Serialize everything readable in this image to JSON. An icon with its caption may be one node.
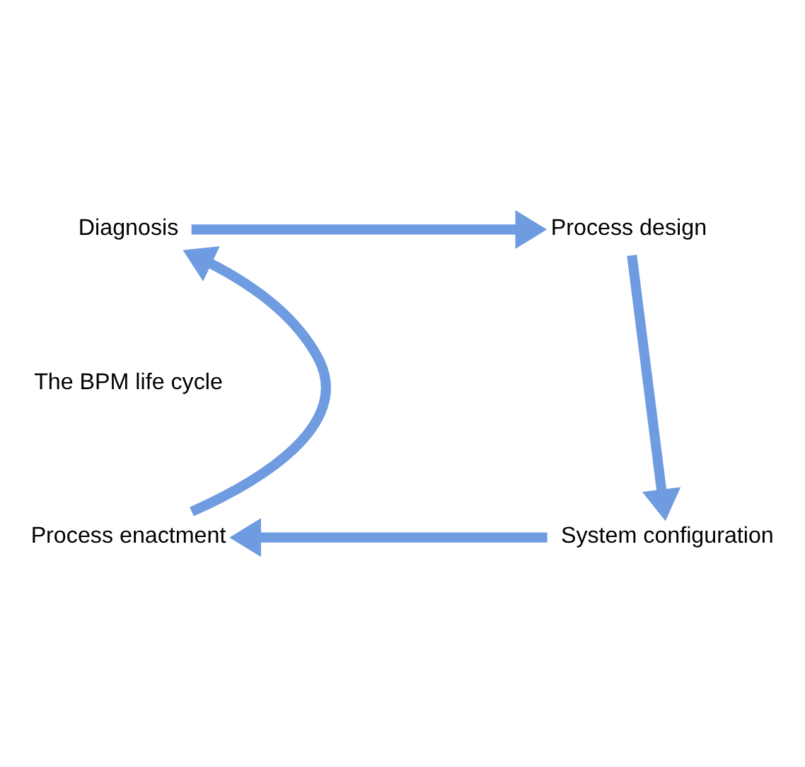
{
  "diagram": {
    "nodes": [
      {
        "text": [
          "Diagnosis"
        ]
      },
      {
        "text": [
          "Process design"
        ]
      },
      {
        "text": [
          "System configuration"
        ]
      },
      {
        "text": [
          "Process enactment"
        ]
      }
    ],
    "edges": [
      {
        "from": 0,
        "to": 1,
        "arrow": "to"
      },
      {
        "from": 1,
        "to": 2,
        "arrow": "to"
      },
      {
        "from": 2,
        "to": 3,
        "arrow": "to"
      },
      {
        "from": 3,
        "to": 0,
        "arrow": "to"
      }
    ],
    "labels": [
      "The BPM life cycle"
    ]
  }
}
